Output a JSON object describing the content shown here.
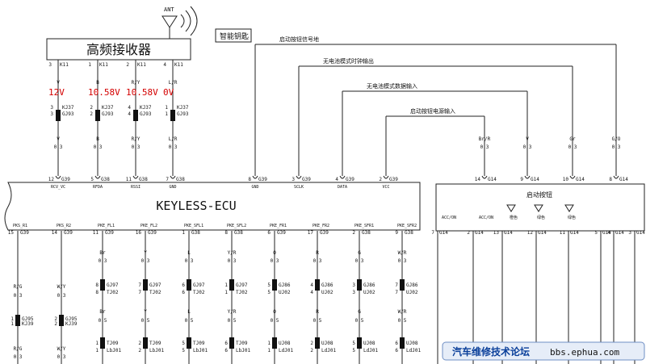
{
  "receiver": {
    "title": "高频接收器",
    "pins": [
      {
        "num": "3",
        "conn": "K11",
        "color": "V",
        "voltage": "12V",
        "fuse": [
          "KJ37",
          "GJ93"
        ],
        "fnum": [
          "3",
          "3"
        ],
        "wire": [
          "V",
          "0.3"
        ],
        "cnum": "12",
        "cconn": "G39",
        "sig": "RCV_VC"
      },
      {
        "num": "1",
        "conn": "K11",
        "color": "B",
        "voltage": "10.58V",
        "fuse": [
          "KJ37",
          "GJ93"
        ],
        "fnum": [
          "2",
          "2"
        ],
        "wire": [
          "B",
          "0.3"
        ],
        "cnum": "5",
        "cconn": "G38",
        "sig": "RFDA"
      },
      {
        "num": "2",
        "conn": "K11",
        "color": "R/Y",
        "voltage": "10.58V",
        "fuse": [
          "KJ37",
          "GJ93"
        ],
        "fnum": [
          "4",
          "4"
        ],
        "wire": [
          "R/Y",
          "0.3"
        ],
        "cnum": "11",
        "cconn": "G38",
        "sig": "RSSI"
      },
      {
        "num": "4",
        "conn": "K11",
        "color": "L/R",
        "voltage": "0V",
        "fuse": [
          "KJ37",
          "GJ93"
        ],
        "fnum": [
          "1",
          "1"
        ],
        "wire": [
          "L/R",
          "0.3"
        ],
        "cnum": "7",
        "cconn": "G38",
        "sig": "GND"
      }
    ]
  },
  "antenna_label": "ANT",
  "smart_key": "智能钥匙",
  "signals": [
    "启动按钮信号地",
    "无电池模式时钟输出",
    "无电池模式数据输入",
    "启动按钮电源输入"
  ],
  "ecu": {
    "title": "KEYLESS-ECU",
    "top_pins": [
      {
        "num": "8",
        "conn": "G39",
        "sig": "GND"
      },
      {
        "num": "3",
        "conn": "G39",
        "sig": "SCLK"
      },
      {
        "num": "4",
        "conn": "G39",
        "sig": "DATA"
      },
      {
        "num": "2",
        "conn": "G39",
        "sig": "VCC"
      }
    ],
    "bottom_pins": [
      {
        "label": "PKS_R1",
        "num": "15",
        "conn": "G39"
      },
      {
        "label": "PKS_R2",
        "num": "14",
        "conn": "G39"
      },
      {
        "label": "PKE_FL1",
        "num": "11",
        "conn": "G39"
      },
      {
        "label": "PKE_FL2",
        "num": "16",
        "conn": "G39"
      },
      {
        "label": "PKE_SFL1",
        "num": "1",
        "conn": "G38"
      },
      {
        "label": "PKE_SFL2",
        "num": "8",
        "conn": "G38"
      },
      {
        "label": "PKE_FR1",
        "num": "6",
        "conn": "G39"
      },
      {
        "label": "PKE_FR2",
        "num": "17",
        "conn": "G39"
      },
      {
        "label": "PKE_SFR1",
        "num": "2",
        "conn": "G38"
      },
      {
        "label": "PKE_SFR2",
        "num": "9",
        "conn": "G38"
      }
    ]
  },
  "switch_pins": [
    {
      "wire": [
        "Br/R",
        "0.3"
      ],
      "num": "14",
      "conn": "G14"
    },
    {
      "wire": [
        "V",
        "0.3"
      ],
      "num": "9",
      "conn": "G14"
    },
    {
      "wire": [
        "Gr",
        "0.3"
      ],
      "num": "10",
      "conn": "G14"
    },
    {
      "wire": [
        "G/O",
        "0.3"
      ],
      "num": "8",
      "conn": "G14"
    }
  ],
  "switch_box": {
    "title": "启动按钮",
    "labels": [
      "ACC/ON",
      "ACC/ON",
      "橙色",
      "绿色",
      "绿色"
    ],
    "pins": [
      {
        "num": "7",
        "conn": "G14"
      },
      {
        "num": "2",
        "conn": "G14"
      },
      {
        "num": "13",
        "conn": "G14"
      },
      {
        "num": "12",
        "conn": "G14"
      },
      {
        "num": "11",
        "conn": "G14"
      },
      {
        "num": "5",
        "conn": "G14"
      },
      {
        "num": "4",
        "conn": "G14"
      },
      {
        "num": "3",
        "conn": "G14"
      }
    ]
  },
  "antennas": [
    {
      "upper_wire": [
        "R/G",
        "0.3"
      ],
      "fuse_top": "GJ95",
      "fuse_bot": "KJ39",
      "fn": [
        "1",
        "1"
      ],
      "lower_wire": [
        "R/G",
        "0.3"
      ]
    },
    {
      "upper_wire": [
        "W/Y",
        "0.3"
      ],
      "fuse_top": "GJ95",
      "fuse_bot": "KJ39",
      "fn": [
        "2",
        "2"
      ],
      "lower_wire": [
        "W/Y",
        "0.3"
      ]
    },
    {
      "upper_wire": [
        "Br",
        "0.3"
      ],
      "fuse_top": "GJ97",
      "fuse_bot": "TJ02",
      "fn": [
        "8",
        "8"
      ],
      "lower_wire": [
        "Br",
        "0.5"
      ],
      "bfuse": [
        "TJ09",
        "LbJ01"
      ],
      "bfn": [
        "1",
        "1"
      ]
    },
    {
      "upper_wire": [
        "Y",
        "0.3"
      ],
      "fuse_top": "GJ97",
      "fuse_bot": "TJ02",
      "fn": [
        "7",
        "7"
      ],
      "lower_wire": [
        "Y",
        "0.5"
      ],
      "bfuse": [
        "TJ09",
        "LbJ01"
      ],
      "bfn": [
        "2",
        "2"
      ]
    },
    {
      "upper_wire": [
        "L",
        "0.3"
      ],
      "fuse_top": "GJ97",
      "fuse_bot": "TJ02",
      "fn": [
        "6",
        "6"
      ],
      "lower_wire": [
        "L",
        "0.5"
      ],
      "bfuse": [
        "TJ09",
        "LbJ01"
      ],
      "bfn": [
        "5",
        "5"
      ]
    },
    {
      "upper_wire": [
        "Y/R",
        "0.3"
      ],
      "fuse_top": "GJ97",
      "fuse_bot": "TJ02",
      "fn": [
        "1",
        "1"
      ],
      "lower_wire": [
        "Y/R",
        "0.5"
      ],
      "bfuse": [
        "TJ09",
        "LbJ01"
      ],
      "bfn": [
        "6",
        "6"
      ]
    },
    {
      "upper_wire": [
        "O",
        "0.3"
      ],
      "fuse_top": "GJ86",
      "fuse_bot": "UJ02",
      "fn": [
        "5",
        "5"
      ],
      "lower_wire": [
        "O",
        "0.5"
      ],
      "bfuse": [
        "UJ08",
        "LdJ01"
      ],
      "bfn": [
        "1",
        "1"
      ]
    },
    {
      "upper_wire": [
        "R",
        "0.3"
      ],
      "fuse_top": "GJ86",
      "fuse_bot": "UJ02",
      "fn": [
        "4",
        "4"
      ],
      "lower_wire": [
        "R",
        "0.5"
      ],
      "bfuse": [
        "UJ08",
        "LdJ01"
      ],
      "bfn": [
        "2",
        "2"
      ]
    },
    {
      "upper_wire": [
        "G",
        "0.3"
      ],
      "fuse_top": "GJ86",
      "fuse_bot": "UJ02",
      "fn": [
        "3",
        "3"
      ],
      "lower_wire": [
        "G",
        "0.5"
      ],
      "bfuse": [
        "UJ08",
        "LdJ01"
      ],
      "bfn": [
        "5",
        "5"
      ]
    },
    {
      "upper_wire": [
        "W/R",
        "0.3"
      ],
      "fuse_top": "GJ86",
      "fuse_bot": "UJ02",
      "fn": [
        "7",
        "7"
      ],
      "lower_wire": [
        "W/R",
        "0.5"
      ],
      "bfuse": [
        "UJ08",
        "LdJ01"
      ],
      "bfn": [
        "6",
        "6"
      ]
    }
  ],
  "watermark": {
    "cn": "汽车维修技术论坛",
    "url": "bbs.ephua.com"
  }
}
